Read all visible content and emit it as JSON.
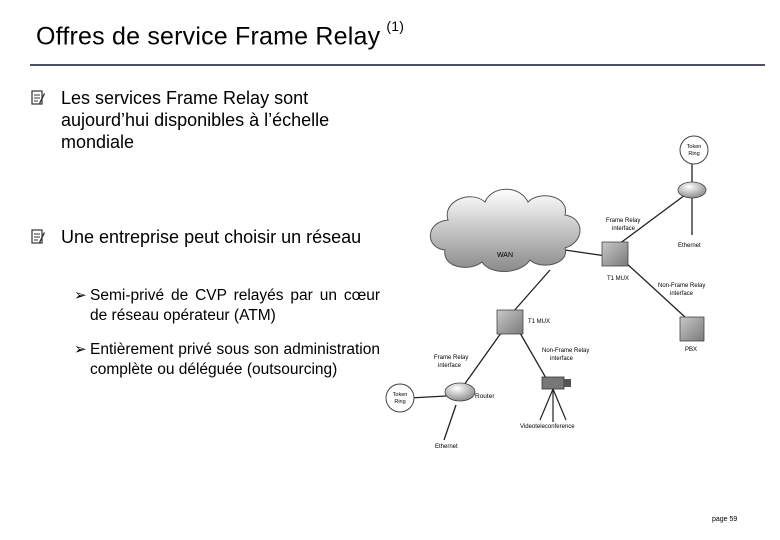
{
  "slide": {
    "title": "Offres de service Frame Relay",
    "title_sup": "(1)",
    "bullets": [
      {
        "text": "Les services Frame Relay sont aujourd’hui disponibles à l’échelle mondiale"
      },
      {
        "text": "Une entreprise peut choisir un réseau"
      }
    ],
    "subbullets": [
      {
        "text": "Semi-privé de CVP relayés par un cœur de réseau opérateur (ATM)"
      },
      {
        "text": "Entièrement privé sous son administration complète ou déléguée (outsourcing)"
      }
    ],
    "page_number": "page 59"
  },
  "diagram": {
    "wan": "WAN",
    "token_ring_top_1": "Token",
    "token_ring_top_2": "Ring",
    "frame_relay_interface_right_1": "Frame Relay",
    "frame_relay_interface_right_2": "interface",
    "ethernet_right": "Ethernet",
    "t1_mux_right": "T1 MUX",
    "non_frame_relay_right_1": "Non-Frame Relay",
    "non_frame_relay_right_2": "interface",
    "t1_mux_center": "T1 MUX",
    "pbx": "PBX",
    "frame_relay_interface_left_1": "Frame Relay",
    "frame_relay_interface_left_2": "interface",
    "non_frame_relay_center_1": "Non-Frame Relay",
    "non_frame_relay_center_2": "interface",
    "token_ring_left_1": "Token",
    "token_ring_left_2": "Ring",
    "router": "Router",
    "videoteleconference": "Videoteleconference",
    "ethernet_bottom": "Ethernet"
  }
}
